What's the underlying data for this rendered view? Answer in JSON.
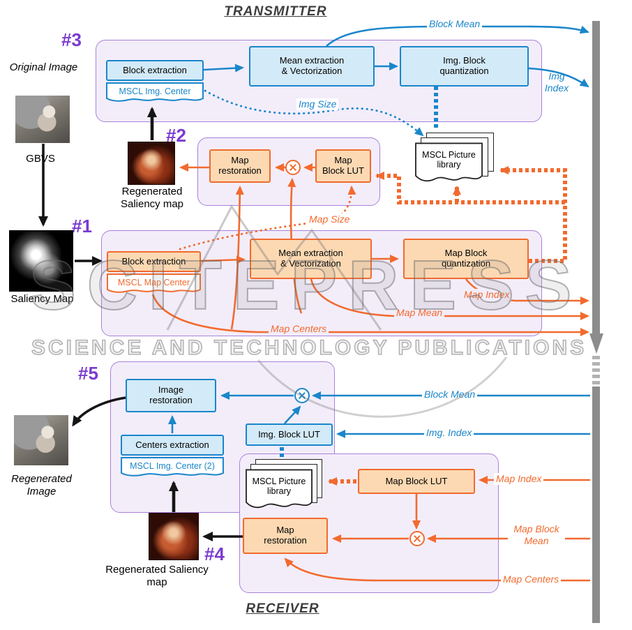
{
  "titles": {
    "transmitter": "TRANSMITTER",
    "receiver": "RECEIVER"
  },
  "stages": {
    "s1": "#1",
    "s2": "#2",
    "s3": "#3",
    "s4": "#4",
    "s5": "#5"
  },
  "tx": {
    "block_extraction_img": "Block extraction",
    "mscl_img_center": "MSCL Img. Center",
    "mean_extraction_img": "Mean extraction\n& Vectorization",
    "img_block_quantization": "Img. Block\nquantization",
    "map_restoration": "Map\nrestoration",
    "map_block_lut": "Map\nBlock LUT",
    "picture_library": "MSCL Picture\nlibrary",
    "block_extraction_map": "Block extraction",
    "mscl_map_center": "MSCL Map Center",
    "mean_extraction_map": "Mean extraction\n& Vectorization",
    "map_block_quantization": "Map Block\nquantization",
    "signals": {
      "block_mean": "Block Mean",
      "img_index": "Img\nIndex",
      "img_size": "Img Size",
      "map_size": "Map Size",
      "map_index": "Map Index",
      "map_mean": "Map Mean",
      "map_centers": "Map Centers"
    },
    "annotations": {
      "original_image": "Original Image",
      "gbvs": "GBVS",
      "saliency_map": "Saliency Map",
      "regenerated_saliency": "Regenerated Saliency map"
    }
  },
  "rx": {
    "image_restoration": "Image\nrestoration",
    "centers_extraction": "Centers extraction",
    "mscl_img_center_2": "MSCL Img. Center (2)",
    "img_block_lut": "Img. Block LUT",
    "picture_library": "MSCL Picture\nlibrary",
    "map_block_lut": "Map Block LUT",
    "map_restoration": "Map\nrestoration",
    "signals": {
      "block_mean": "Block Mean",
      "img_index": "Img. Index",
      "map_index": "Map Index",
      "map_block_mean": "Map Block\nMean",
      "map_centers": "Map Centers"
    },
    "annotations": {
      "regenerated_image": "Regenerated Image",
      "regenerated_saliency": "Regenerated Saliency map"
    }
  },
  "watermark": {
    "title": "SCITEPRESS",
    "subtitle": "SCIENCE AND TECHNOLOGY PUBLICATIONS"
  },
  "colors": {
    "blue": "#1a86cb",
    "blue_fill": "#d3eaf8",
    "orange": "#f26a2e",
    "orange_fill": "#fcd9b2",
    "purple": "#7a3bd0",
    "purple_fill": "#f3edfa",
    "channel_gray": "#8c8c8c"
  }
}
